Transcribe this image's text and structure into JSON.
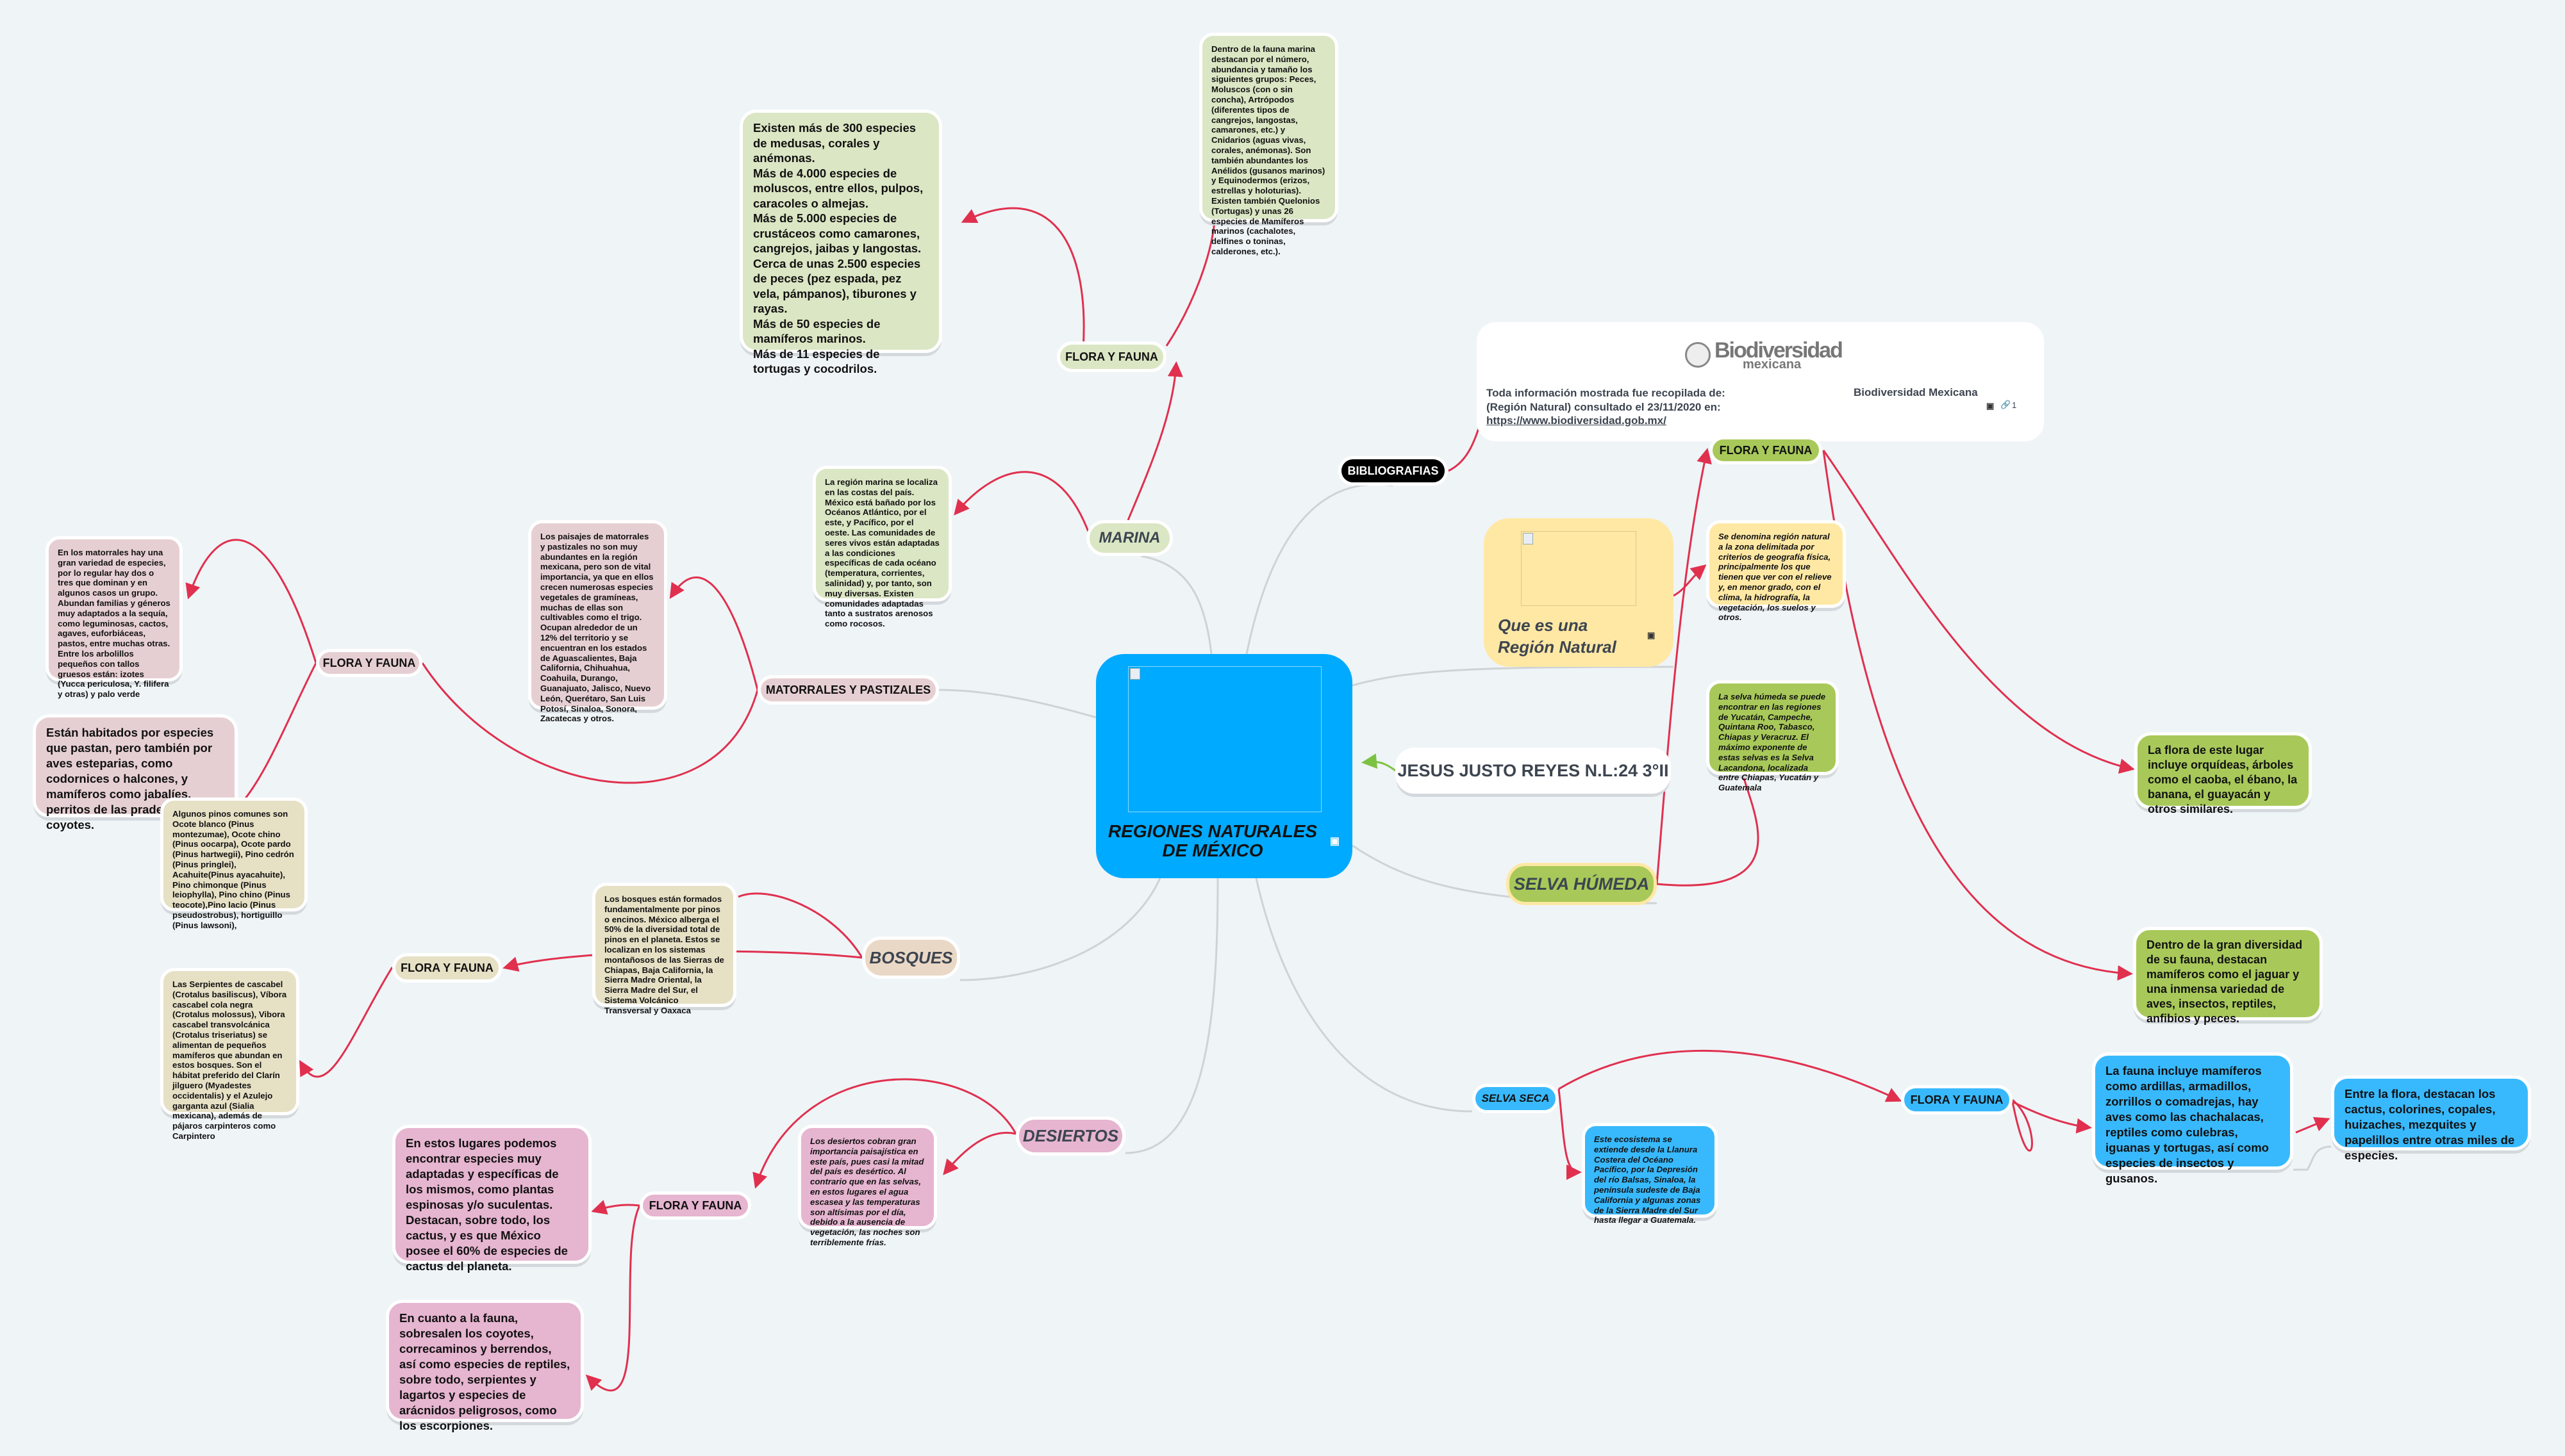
{
  "central": {
    "title": "REGIONES NATURALES DE MÉXICO",
    "color": "#00aaff"
  },
  "author": {
    "label": "JESUS JUSTO REYES N.L:24  3°II"
  },
  "bibliografias": {
    "label": "BIBLIOGRAFIAS",
    "logo_text": "Biodiversidad mexicana",
    "text": "Toda información mostrada fue recopilada de:\n(Región Natural) consultado el 23/11/2020 en:",
    "url": "https://www.biodiversidad.gob.mx/",
    "source_name": "Biodiversidad Mexicana",
    "link_count": "1"
  },
  "region_natural": {
    "label": "Que es una Región Natural",
    "definition": "Se denomina región natural a la zona delimitada por criterios de geografía física, principalmente los que tienen que ver con el relieve y, en menor grado, con el clima, la hidrografía, la vegetación, los suelos y otros."
  },
  "selva_humeda": {
    "label": "SELVA HÚMEDA",
    "text": "La selva húmeda se puede encontrar en las regiones de Yucatán, Campeche, Quintana Roo, Tabasco, Chiapas y Veracruz. El máximo exponente de estas selvas es la Selva Lacandona, localizada entre Chiapas, Yucatán y Guatemala",
    "flora_fauna": "FLORA Y FAUNA",
    "flora": "La flora de este lugar incluye orquídeas, árboles como el caoba, el ébano, la banana, el guayacán y otros similares.",
    "fauna": "Dentro de la gran diversidad de su fauna, destacan mamíferos como el jaguar y una inmensa variedad de aves, insectos, reptiles, anfibios y peces."
  },
  "selva_seca": {
    "label": "SELVA SECA",
    "text": "Este ecosistema se extiende desde la Llanura Costera del Océano Pacífico, por la Depresión del río Balsas, Sinaloa, la península sudeste de Baja California y algunas zonas de la Sierra Madre del Sur hasta llegar a Guatemala.",
    "flora_fauna": "FLORA Y FAUNA",
    "fauna": "La fauna incluye mamíferos como ardillas, armadillos, zorrillos o comadrejas, hay aves como las chachalacas, reptiles como culebras, iguanas y tortugas, así como especies de insectos y gusanos.",
    "flora": "Entre la flora, destacan los cactus, colorines, copales, huizaches, mezquites y papelillos entre otras miles de especies."
  },
  "marina": {
    "label": "MARINA",
    "text": "La región marina se localiza en las costas del país. México está bañado por los Océanos Atlántico, por el este, y Pacífico, por el oeste. Las comunidades de seres vivos están adaptadas a las condiciones específicas de cada océano (temperatura, corrientes, salinidad) y, por tanto, son muy diversas. Existen comunidades adaptadas tanto a sustratos arenosos como rocosos.",
    "flora_fauna": "FLORA Y FAUNA",
    "species": "Existen más de 300 especies de medusas, corales y anémonas.\nMás de 4.000 especies de moluscos, entre ellos, pulpos, caracoles o almejas.\nMás de 5.000 especies de crustáceos como camarones, cangrejos, jaibas y langostas.\nCerca de unas 2.500 especies de peces (pez espada, pez vela, pámpanos), tiburones y rayas.\nMás de 50 especies de mamíferos marinos.\nMás de 11 especies de tortugas y cocodrilos.",
    "fauna": "Dentro de la fauna marina destacan por el número, abundancia y tamaño los siguientes grupos: Peces, Moluscos (con o sin concha), Artrópodos (diferentes tipos de cangrejos, langostas, camarones, etc.) y Cnidarios (aguas vivas, corales, anémonas). Son también abundantes los Anélidos (gusanos marinos) y Equinodermos (erizos, estrellas y holoturias). Existen también Quelonios (Tortugas) y unas 26 especies de Mamíferos marinos (cachalotes, delfines o toninas, calderones, etc.)."
  },
  "matorrales": {
    "label": "MATORRALES Y PASTIZALES",
    "text": "Los paisajes de matorrales y pastizales no son muy abundantes en la región mexicana, pero son de vital importancia, ya que en ellos crecen numerosas especies vegetales de gramíneas, muchas de ellas son cultivables como el trigo. Ocupan alrededor de un 12% del territorio y se encuentran en los estados de Aguascalientes, Baja California, Chihuahua, Coahuila, Durango, Guanajuato, Jalisco, Nuevo León, Querétaro, San Luis Potosí, Sinaloa, Sonora, Zacatecas y otros.",
    "flora_fauna": "FLORA Y FAUNA",
    "flora": "En los matorrales hay una gran variedad de especies, por lo regular hay dos o tres que dominan y en algunos casos un grupo. Abundan familias y géneros muy adaptados a la sequía, como leguminosas, cactos, agaves, euforbiáceas, pastos, entre muchas otras. Entre los arbolillos pequeños con tallos gruesos están: izotes (Yucca periculosa, Y. filifera y otras) y palo verde",
    "fauna": "Están habitados por especies que pastan, pero también por aves esteparias, como codornices o halcones, y mamíferos como jabalíes, perritos de las praderas y coyotes."
  },
  "bosques": {
    "label": "BOSQUES",
    "text": "Los bosques están formados fundamentalmente por pinos o encinos. México alberga el 50% de la diversidad total de pinos en el planeta. Estos se localizan en los sistemas montañosos de las Sierras de Chiapas, Baja California, la Sierra Madre Oriental, la Sierra Madre del Sur, el Sistema Volcánico Transversal y Oaxaca",
    "flora_fauna": "FLORA Y FAUNA",
    "flora": "Algunos pinos comunes son Ocote blanco (Pinus montezumae), Ocote chino (Pinus oocarpa), Ocote pardo (Pinus hartwegii), Pino cedrón (Pinus pringlei), Acahuite(Pinus ayacahuite), Pino chimonque (Pinus leiophylla), Pino chino (Pinus teocote),Pino lacio (Pinus pseudostrobus), hortiguillo (Pinus lawsoni),",
    "fauna": "Las Serpientes de cascabel (Crotalus basiliscus), Víbora cascabel cola negra (Crotalus molossus), Vibora cascabel transvolcánica (Crotalus triseriatus) se alimentan de pequeños mamíferos que abundan en estos bosques. Son el hábitat preferido del Clarín jilguero (Myadestes occidentalis) y el Azulejo garganta azul (Sialia mexicana), además de pájaros carpinteros como Carpintero"
  },
  "desiertos": {
    "label": "DESIERTOS",
    "text": "Los desiertos cobran gran importancia paisajística en este país, pues casi la mitad del país es desértico. Al contrario que en las selvas, en estos lugares el agua escasea y las temperaturas son altísimas por el día, debido a la ausencia de vegetación, las noches son terriblemente frías.",
    "flora_fauna": "FLORA Y FAUNA",
    "flora": "En estos lugares podemos encontrar especies muy adaptadas y específicas de los mismos, como plantas espinosas y/o suculentas. Destacan, sobre todo, los cactus, y es que México posee el 60% de especies de cactus del planeta.",
    "fauna": "En cuanto a la fauna, sobresalen los coyotes, correcaminos y berrendos, así como especies de reptiles, sobre todo, serpientes y lagartos y especies de arácnidos peligrosos, como los escorpiones."
  },
  "colors": {
    "link_red": "#e0304e",
    "link_grey": "#cfd3d6",
    "link_green": "#7cc242"
  }
}
